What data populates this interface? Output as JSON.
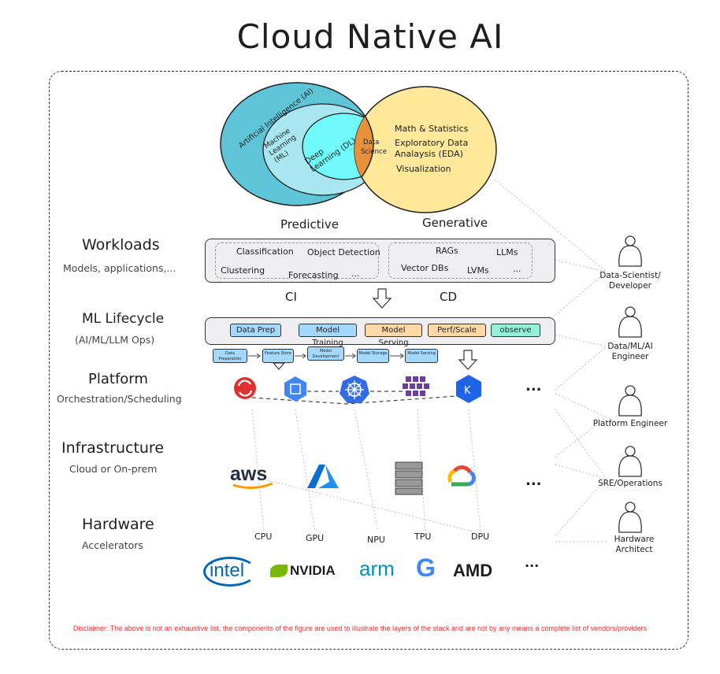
{
  "title": "Cloud Native AI",
  "venn": {
    "ai": "Artificial Intelligence (AI)",
    "ml": "Machine Learning (ML)",
    "dl": "Deep Learning (DL)",
    "ds_line1": "Data",
    "ds_line2": "Science",
    "ds_items": [
      "Math & Statistics",
      "Exploratory Data",
      "Analaysis (EDA)",
      "Visualization"
    ],
    "colors": {
      "ai": "#5ec4d8",
      "ml": "#a8e6f0",
      "dl": "#70fafc",
      "ds": "#ffe89a",
      "overlap": "#e8913a"
    }
  },
  "labels": {
    "predictive": "Predictive",
    "generative": "Generative",
    "ci": "CI",
    "cd": "CD"
  },
  "layers": {
    "workloads": {
      "title": "Workloads",
      "subtitle": "Models, applications,...",
      "predictive_items": [
        "Classification",
        "Object Detection",
        "Clustering",
        "Forecasting",
        "..."
      ],
      "generative_items": [
        "RAGs",
        "LLMs",
        "Vector DBs",
        "LVMs",
        "..."
      ]
    },
    "lifecycle": {
      "title": "ML Lifecycle",
      "subtitle": "(AI/ML/LLM Ops)",
      "stages": [
        {
          "label": "Data Prep",
          "color": "#a5d8ff"
        },
        {
          "label": "Model Training",
          "color": "#a5d8ff"
        },
        {
          "label": "Model Serving",
          "color": "#ffd8a8"
        },
        {
          "label": "Perf/Scale",
          "color": "#ffd8a8"
        },
        {
          "label": "observe",
          "color": "#96f2d7"
        }
      ],
      "pipeline": [
        "Data Preparation",
        "Feature Store",
        "Model Development",
        "Model Storage",
        "Model Serving"
      ]
    },
    "platform": {
      "title": "Platform",
      "subtitle": "Orchestration/Scheduling",
      "icons": [
        "openshift-icon",
        "gke-icon",
        "kubernetes-icon",
        "kubeflow-icon",
        "kserve-icon"
      ],
      "more": "..."
    },
    "infrastructure": {
      "title": "Infrastructure",
      "subtitle": "Cloud or On-prem",
      "providers": [
        "aws",
        "azure",
        "on-prem-server",
        "google-cloud"
      ],
      "more": "...",
      "aws_text": "aws"
    },
    "hardware": {
      "title": "Hardware",
      "subtitle": "Accelerators",
      "items": [
        "CPU",
        "GPU",
        "NPU",
        "TPU",
        "DPU"
      ],
      "vendors": [
        "intel",
        "NVIDIA",
        "arm",
        "G",
        "AMD"
      ],
      "more": "..."
    }
  },
  "roles": [
    "Data-Scientist/ Developer",
    "Data/ML/AI Engineer",
    "Platform Engineer",
    "SRE/Operations",
    "Hardware Architect"
  ],
  "role_lines": [
    [
      "Data-Scientist/",
      "Developer"
    ],
    [
      "Data/ML/AI",
      "Engineer"
    ],
    [
      "Platform Engineer"
    ],
    [
      "SRE/Operations"
    ],
    [
      "Hardware",
      "Architect"
    ]
  ],
  "disclaimer": "Disclaimer: The above is not an exhaustive list, the components of the figure are used to illustrate the layers of the stack and are not by any means a complete list of vendors/providers"
}
